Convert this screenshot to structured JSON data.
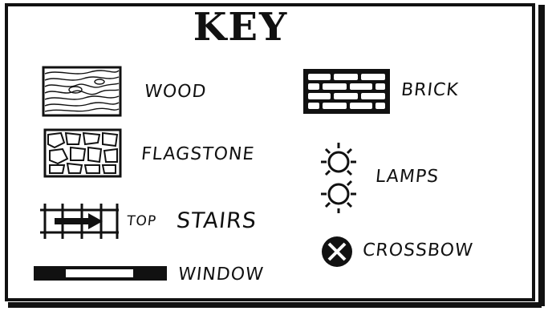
{
  "title": "KEY",
  "legend": [
    {
      "symbol": "wood",
      "label": "WOOD"
    },
    {
      "symbol": "brick",
      "label": "BRICK"
    },
    {
      "symbol": "flagstone",
      "label": "FLAGSTONE"
    },
    {
      "symbol": "lamps",
      "label": "LAMPS"
    },
    {
      "symbol": "stairs",
      "label_prefix": "TOP",
      "label": "STAIRS"
    },
    {
      "symbol": "crossbow",
      "label": "CROSSBOW"
    },
    {
      "symbol": "window",
      "label": "WINDOW"
    }
  ]
}
